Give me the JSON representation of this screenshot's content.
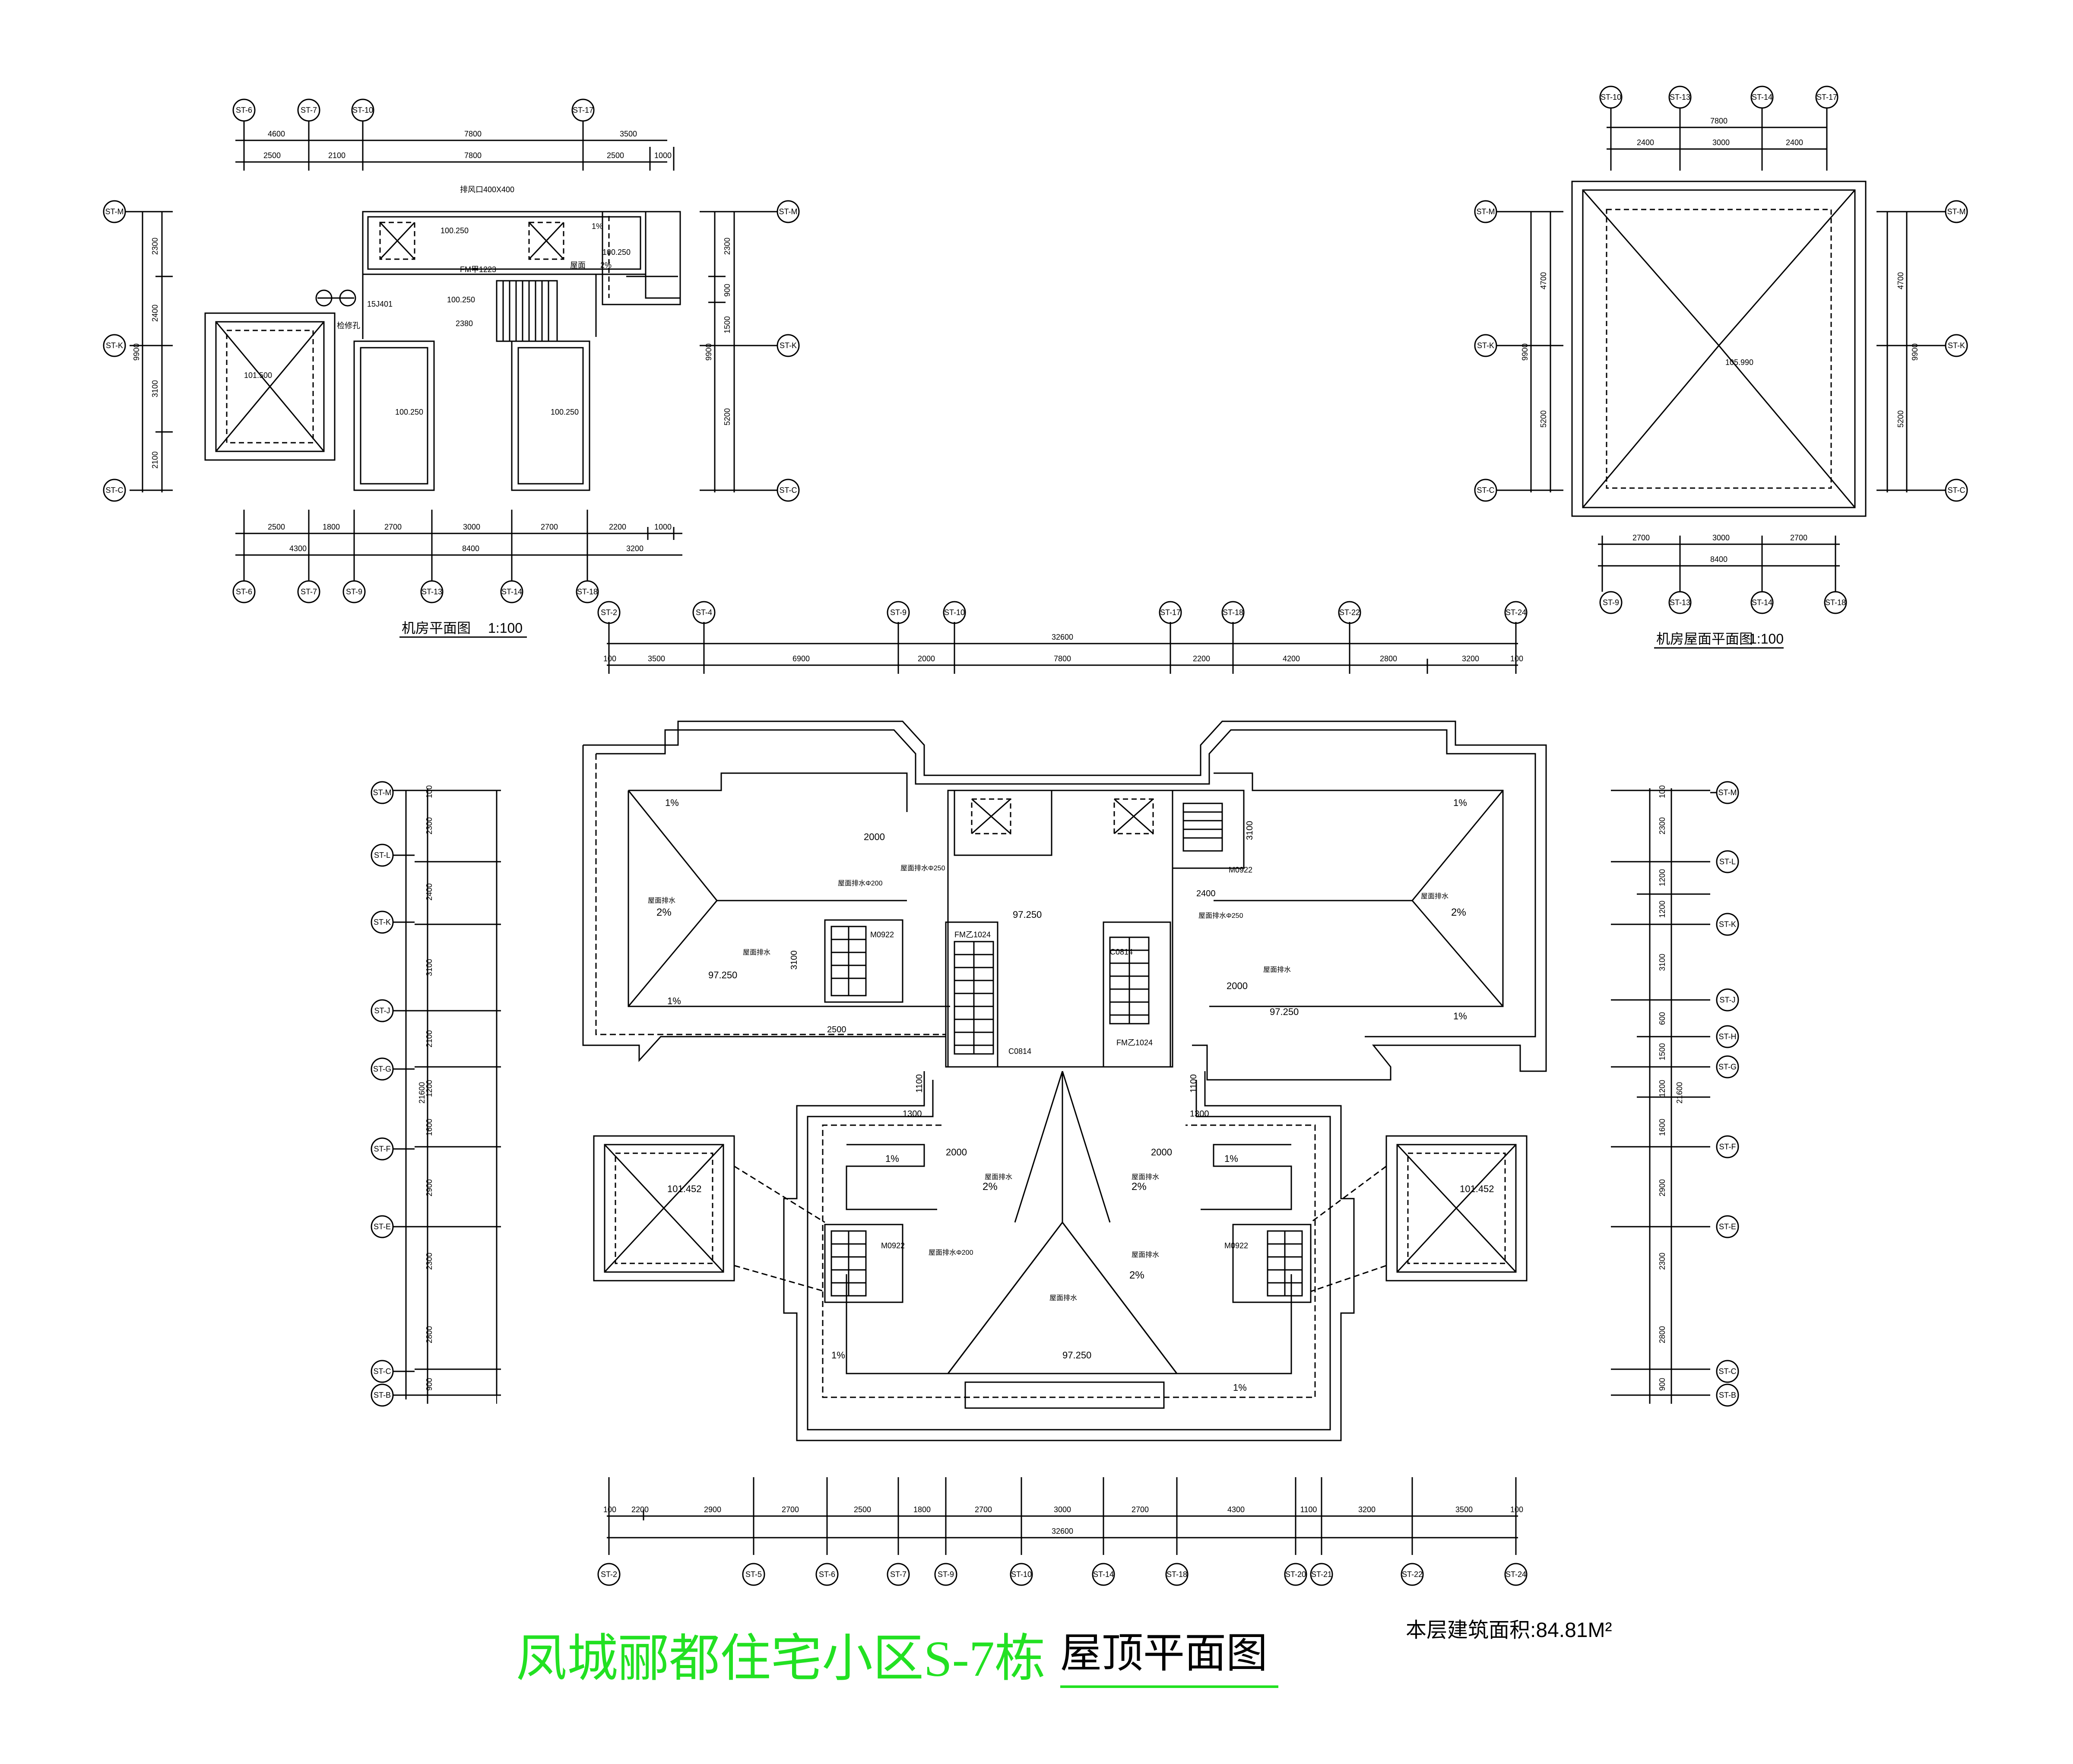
{
  "title": {
    "project": "凤城郦都住宅小区S-7栋",
    "drawing": "屋顶平面图",
    "area": "本层建筑面积:84.81M²"
  },
  "machine_room_plan": {
    "caption": "机房平面图",
    "scale": "1:100",
    "top_axes": [
      "ST-6",
      "ST-7",
      "ST-10",
      "ST-17"
    ],
    "bottom_axes": [
      "ST-6",
      "ST-7",
      "ST-9",
      "ST-13",
      "ST-14",
      "ST-18"
    ],
    "left_axes": [
      "ST-M",
      "ST-K",
      "ST-C"
    ],
    "right_axes": [
      "ST-M",
      "ST-K",
      "ST-C"
    ],
    "top_dims_1": [
      "4600",
      "7800",
      "3500"
    ],
    "top_dims_2": [
      "2500",
      "2100",
      "7800",
      "2500",
      "1000"
    ],
    "bottom_dims_1": [
      "2500",
      "1800",
      "2700",
      "3000",
      "2700",
      "2200",
      "1000"
    ],
    "bottom_dims_2": [
      "4300",
      "8400",
      "3200"
    ],
    "left_dims": [
      "2300",
      "2400",
      "3100",
      "2100"
    ],
    "left_total": "9900",
    "right_dims": [
      "2300",
      "900",
      "1500",
      "5200"
    ],
    "right_total": "9900",
    "labels": [
      "100.250",
      "100.250",
      "100.250",
      "100.250",
      "100.250",
      "101.500",
      "FM甲1223",
      "15J401",
      "2380",
      "1%",
      "2%",
      "检修孔",
      "屋面",
      "排风口400X400"
    ]
  },
  "machine_roof_plan": {
    "caption": "机房屋面平面图",
    "scale": "1:100",
    "top_axes": [
      "ST-10",
      "ST-13",
      "ST-14",
      "ST-17"
    ],
    "bottom_axes": [
      "ST-9",
      "ST-13",
      "ST-14",
      "ST-18"
    ],
    "left_axes": [
      "ST-M",
      "ST-K",
      "ST-C"
    ],
    "right_axes": [
      "ST-M",
      "ST-K",
      "ST-C"
    ],
    "top_total": "7800",
    "top_dims": [
      "2400",
      "3000",
      "2400"
    ],
    "bottom_dims": [
      "2700",
      "3000",
      "2700"
    ],
    "bottom_total": "8400",
    "left_dims": [
      "4700",
      "5200"
    ],
    "left_total": "9900",
    "right_dims": [
      "4700",
      "5200"
    ],
    "right_total": "9900",
    "peak": "105.990"
  },
  "roof_plan": {
    "top_axes": [
      "ST-2",
      "ST-4",
      "ST-9",
      "ST-10",
      "ST-17",
      "ST-18",
      "ST-22",
      "ST-24"
    ],
    "top_total": "32600",
    "top_dims": [
      "100",
      "3500",
      "6900",
      "2000",
      "7800",
      "2200",
      "4200",
      "2800",
      "3200",
      "100"
    ],
    "bottom_axes": [
      "ST-2",
      "ST-5",
      "ST-6",
      "ST-7",
      "ST-9",
      "ST-10",
      "ST-14",
      "ST-18",
      "ST-20",
      "ST-21",
      "ST-22",
      "ST-24"
    ],
    "bottom_dims": [
      "100",
      "2200",
      "2900",
      "2700",
      "2500",
      "1800",
      "2700",
      "3000",
      "2700",
      "4300",
      "1100",
      "3200",
      "3500",
      "100"
    ],
    "bottom_total": "32600",
    "left_axes": [
      "ST-M",
      "ST-L",
      "ST-K",
      "ST-J",
      "ST-G",
      "ST-F",
      "ST-E",
      "ST-C",
      "ST-B"
    ],
    "left_dims": [
      "100",
      "2300",
      "2400",
      "3100",
      "2100",
      "1200",
      "1600",
      "2900",
      "2300",
      "2800",
      "900"
    ],
    "left_total": "21600",
    "right_axes": [
      "ST-M",
      "ST-L",
      "ST-K",
      "ST-J",
      "ST-H",
      "ST-G",
      "ST-F",
      "ST-E",
      "ST-C",
      "ST-B"
    ],
    "right_dims": [
      "100",
      "2300",
      "1200",
      "1200",
      "3100",
      "600",
      "1500",
      "1200",
      "1600",
      "2900",
      "2300",
      "2800",
      "900"
    ],
    "right_total": "21600",
    "slope_1": "1%",
    "slope_2": "2%",
    "elevations": [
      "97.250",
      "97.250",
      "97.250",
      "97.250",
      "101.452",
      "101.452"
    ],
    "doors": [
      "M0922",
      "M0922",
      "M0922",
      "M0922",
      "FM乙1024",
      "FM乙1024",
      "C0814",
      "C0814"
    ],
    "notes": [
      "屋面排水",
      "屋面排水",
      "屋面排水",
      "屋面排水",
      "屋面排水",
      "屋面排水",
      "屋面排水",
      "屋面排水"
    ],
    "dims_misc": [
      "2500",
      "3100",
      "2400",
      "3100",
      "1300",
      "1300",
      "1100",
      "1100",
      "2000",
      "2000",
      "2000",
      "2000"
    ],
    "pipes": [
      "屋面排水Φ250",
      "屋面排水Φ200",
      "屋面排水Φ250",
      "屋面排水Φ200"
    ]
  },
  "colors": {
    "line": "#000000",
    "title_green": "#22e122",
    "underline": "#22e122"
  }
}
